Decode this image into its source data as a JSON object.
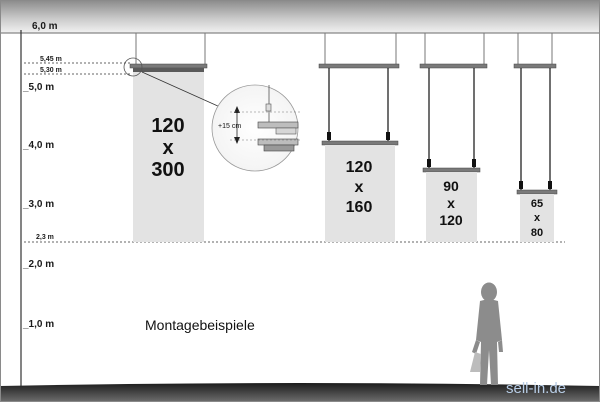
{
  "diagram": {
    "height_labels": {
      "h_6_0": "6,0 m",
      "h_5_45": "5,45 m",
      "h_5_30": "5,30 m",
      "h_5_0": "_5,0 m",
      "h_4_0": "_4,0 m",
      "h_3_0": "_3,0 m",
      "h_2_3": "2,3 m",
      "h_2_0": "_2,0 m",
      "h_1_0": "_1,0 m"
    },
    "detail_callout": "+15 cm",
    "banners": [
      {
        "w": "120",
        "x": "x",
        "h": "300"
      },
      {
        "w": "120",
        "x": "x",
        "h": "160"
      },
      {
        "w": "90",
        "x": "x",
        "h": "120"
      },
      {
        "w": "65",
        "x": "x",
        "h": "80"
      }
    ],
    "caption": "Montagebeispiele",
    "watermark": "sell-in.de",
    "colors": {
      "banner_fill": "#e3e3e3",
      "rail": "#7a7a7a",
      "header_bar": "#9a9a9a",
      "floor": "#2e2e2e",
      "person": "#8c8c8c"
    }
  }
}
